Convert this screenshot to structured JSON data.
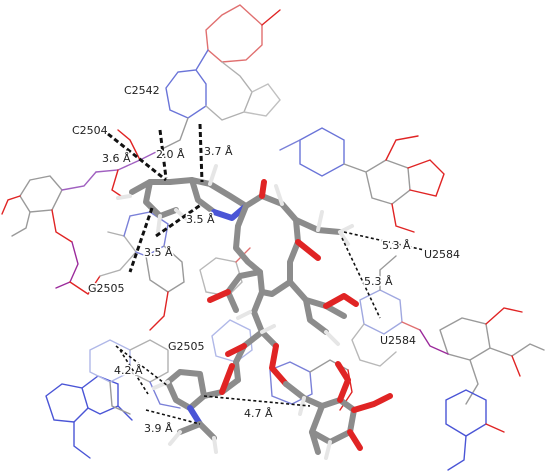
{
  "figure": {
    "residue_labels": [
      "C2542",
      "C2504",
      "G2505",
      "U2584",
      "U2584",
      "G2505"
    ],
    "distance_labels": [
      "3.6 Å",
      "2.0 Å",
      "3.7 Å",
      "3.5 Å",
      "3.5 Å",
      "5.3 Å",
      "5.3 Å",
      "4.2 Å",
      "3.9 Å",
      "4.7 Å"
    ]
  },
  "colors": {
    "nitrogen": "#4a55d6",
    "oxygen": "#e02424",
    "carbon_thin": "#9a9a9a",
    "carbon_ligand": "#8c8c8c",
    "phosphorus": "#9b2a9b",
    "hydrogen": "#e8e8e8"
  }
}
